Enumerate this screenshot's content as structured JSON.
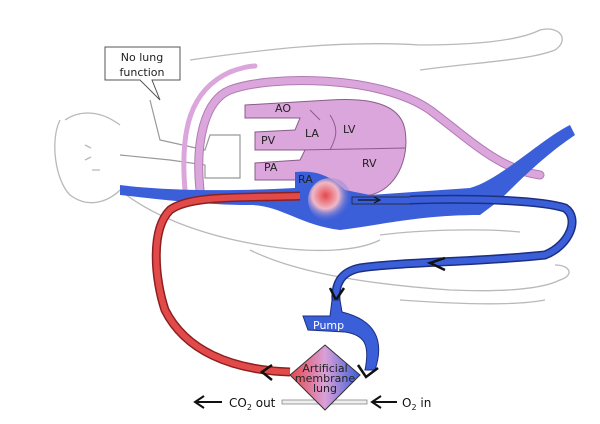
{
  "diagram": {
    "callout": {
      "line1": "No lung",
      "line2": "function"
    },
    "heart_labels": {
      "ao": "AO",
      "la": "LA",
      "lv": "LV",
      "pv": "PV",
      "pa": "PA",
      "rv": "RV",
      "ra": "RA"
    },
    "pump_label": "Pump",
    "oxygenator": {
      "line1": "Artificial",
      "line2": "membrane",
      "line3": "lung"
    },
    "gas_out": {
      "prefix": "CO",
      "sub": "2",
      "suffix": " out"
    },
    "gas_in": {
      "prefix": "O",
      "sub": "2",
      "suffix": " in"
    },
    "colors": {
      "venous": "#3b5fd9",
      "arterial": "#e24a4a",
      "heart": "#dba6dc",
      "outline": "#b9b9b9"
    }
  }
}
